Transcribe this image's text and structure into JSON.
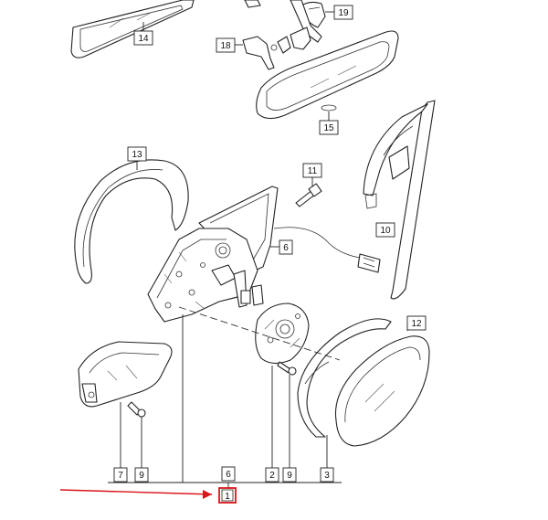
{
  "diagram": {
    "callouts": [
      {
        "id": "c14",
        "label": "14"
      },
      {
        "id": "c19",
        "label": "19"
      },
      {
        "id": "c18",
        "label": "18"
      },
      {
        "id": "c15",
        "label": "15"
      },
      {
        "id": "c13",
        "label": "13"
      },
      {
        "id": "c11",
        "label": "11"
      },
      {
        "id": "c6a",
        "label": "6"
      },
      {
        "id": "c10",
        "label": "10"
      },
      {
        "id": "c12",
        "label": "12"
      },
      {
        "id": "c7",
        "label": "7"
      },
      {
        "id": "c9a",
        "label": "9"
      },
      {
        "id": "c2",
        "label": "2"
      },
      {
        "id": "c9b",
        "label": "9"
      },
      {
        "id": "c3",
        "label": "3"
      },
      {
        "id": "c6b",
        "label": "6"
      },
      {
        "id": "c1",
        "label": "1"
      }
    ],
    "highlight": {
      "callout": "1",
      "color": "#d9141b"
    },
    "arrow_color": "#d9141b"
  }
}
